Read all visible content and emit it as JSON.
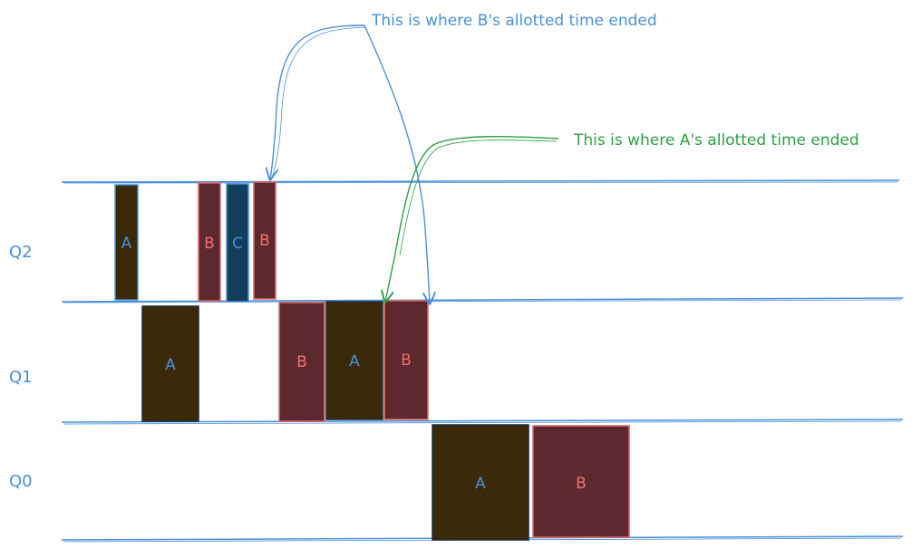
{
  "queues": [
    {
      "id": "q2",
      "label": "Q2"
    },
    {
      "id": "q1",
      "label": "Q1"
    },
    {
      "id": "q0",
      "label": "Q0"
    }
  ],
  "blocks": [
    {
      "queue": "q2",
      "label": "A"
    },
    {
      "queue": "q2",
      "label": "B"
    },
    {
      "queue": "q2",
      "label": "C"
    },
    {
      "queue": "q2",
      "label": "B"
    },
    {
      "queue": "q1",
      "label": "A"
    },
    {
      "queue": "q1",
      "label": "B"
    },
    {
      "queue": "q1",
      "label": "A"
    },
    {
      "queue": "q1",
      "label": "B"
    },
    {
      "queue": "q0",
      "label": "A"
    },
    {
      "queue": "q0",
      "label": "B"
    }
  ],
  "annotations": {
    "b_end": "This is where B's allotted time ended",
    "a_end": "This is where A's allotted time ended"
  },
  "colors": {
    "line": "#4a90d9",
    "label_blue": "#4a90d9",
    "label_red": "#f07070",
    "annotation_green": "#2f9e44",
    "fill_a": "#3a2a0a",
    "fill_b": "#5c2a2e",
    "fill_c": "#123e5c",
    "stroke_a": "#1b2b3c",
    "stroke_b": "#e06464",
    "stroke_c": "#4a90d9"
  }
}
